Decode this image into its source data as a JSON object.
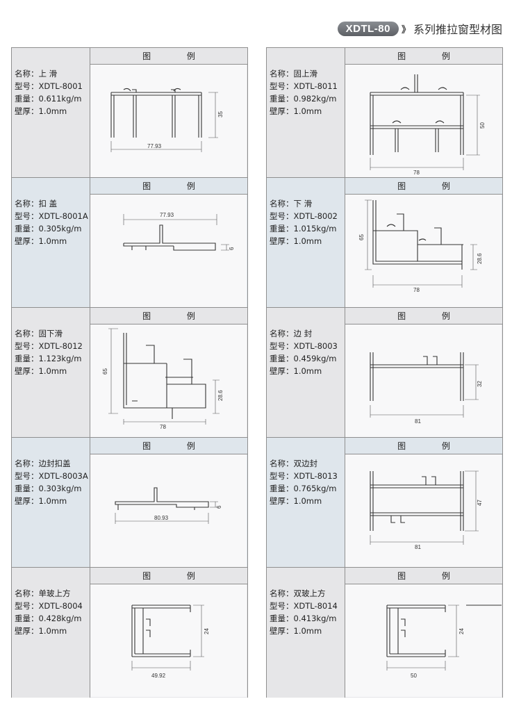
{
  "header": {
    "badge": "XDTL-80",
    "chevrons": "》",
    "title": "系列推拉窗型材图"
  },
  "diagram_heading": "图 例",
  "profiles": [
    {
      "name": "名称：上 滑",
      "model": "型号：XDTL-8001",
      "weight": "重量：0.611kg/m",
      "thickness": "壁厚：1.0mm",
      "dims": [
        "77.93",
        "35"
      ]
    },
    {
      "name": "名称：扣 盖",
      "model": "型号：XDTL-8001A",
      "weight": "重量：0.305kg/m",
      "thickness": "壁厚：1.0mm",
      "dims": [
        "77.93",
        "6"
      ]
    },
    {
      "name": "名称：固下滑",
      "model": "型号：XDTL-8012",
      "weight": "重量：1.123kg/m",
      "thickness": "壁厚：1.0mm",
      "dims": [
        "65",
        "28.6",
        "78"
      ]
    },
    {
      "name": "名称：边封扣盖",
      "model": "型号：XDTL-8003A",
      "weight": "重量：0.303kg/m",
      "thickness": "壁厚：1.0mm",
      "dims": [
        "6",
        "80.93"
      ]
    },
    {
      "name": "名称：单玻上方",
      "model": "型号：XDTL-8004",
      "weight": "重量：0.428kg/m",
      "thickness": "壁厚：1.0mm",
      "dims": [
        "24",
        "49.92"
      ]
    },
    {
      "name": "名称：固上滑",
      "model": "型号：XDTL-8011",
      "weight": "重量：0.982kg/m",
      "thickness": "壁厚：1.0mm",
      "dims": [
        "50",
        "78"
      ]
    },
    {
      "name": "名称：下 滑",
      "model": "型号：XDTL-8002",
      "weight": "重量：1.015kg/m",
      "thickness": "壁厚：1.0mm",
      "dims": [
        "65",
        "28.6",
        "78"
      ]
    },
    {
      "name": "名称：边 封",
      "model": "型号：XDTL-8003",
      "weight": "重量：0.459kg/m",
      "thickness": "壁厚：1.0mm",
      "dims": [
        "32",
        "81"
      ]
    },
    {
      "name": "名称：双边封",
      "model": "型号：XDTL-8013",
      "weight": "重量：0.765kg/m",
      "thickness": "壁厚：1.0mm",
      "dims": [
        "47",
        "81"
      ]
    },
    {
      "name": "名称：双玻上方",
      "model": "型号：XDTL-8014",
      "weight": "重量：0.413kg/m",
      "thickness": "壁厚：1.0mm",
      "dims": [
        "24",
        "50"
      ]
    }
  ]
}
